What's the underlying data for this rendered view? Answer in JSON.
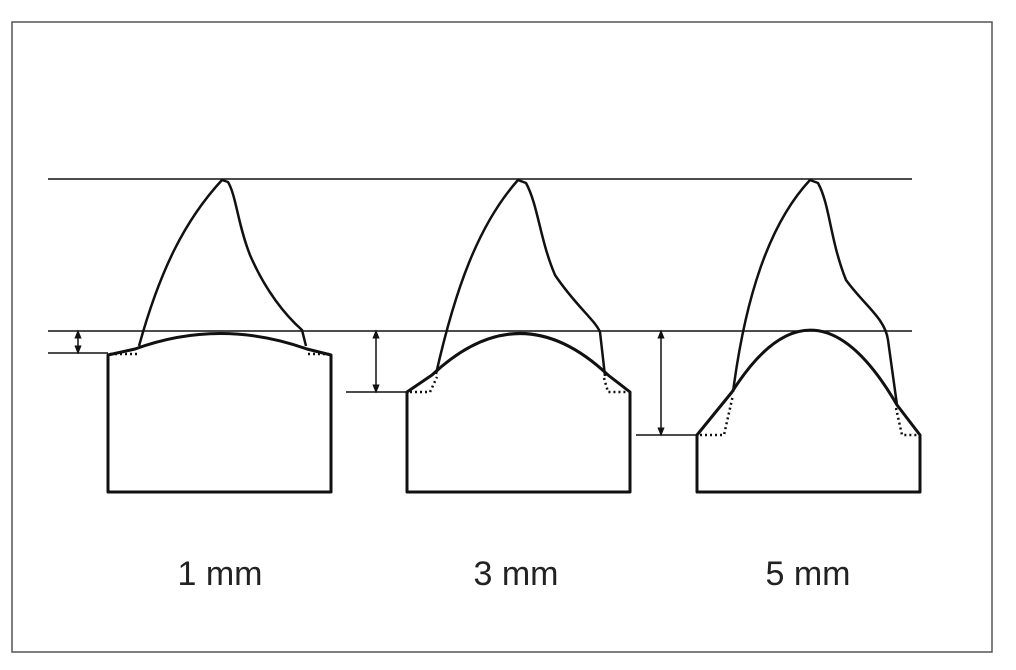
{
  "diagram": {
    "panels": [
      {
        "id": "panel-1",
        "label": "1 mm"
      },
      {
        "id": "panel-3",
        "label": "3 mm"
      },
      {
        "id": "panel-5",
        "label": "5 mm"
      }
    ],
    "colors": {
      "stroke": "#111111",
      "frame": "#555555",
      "background": "#ffffff"
    }
  }
}
